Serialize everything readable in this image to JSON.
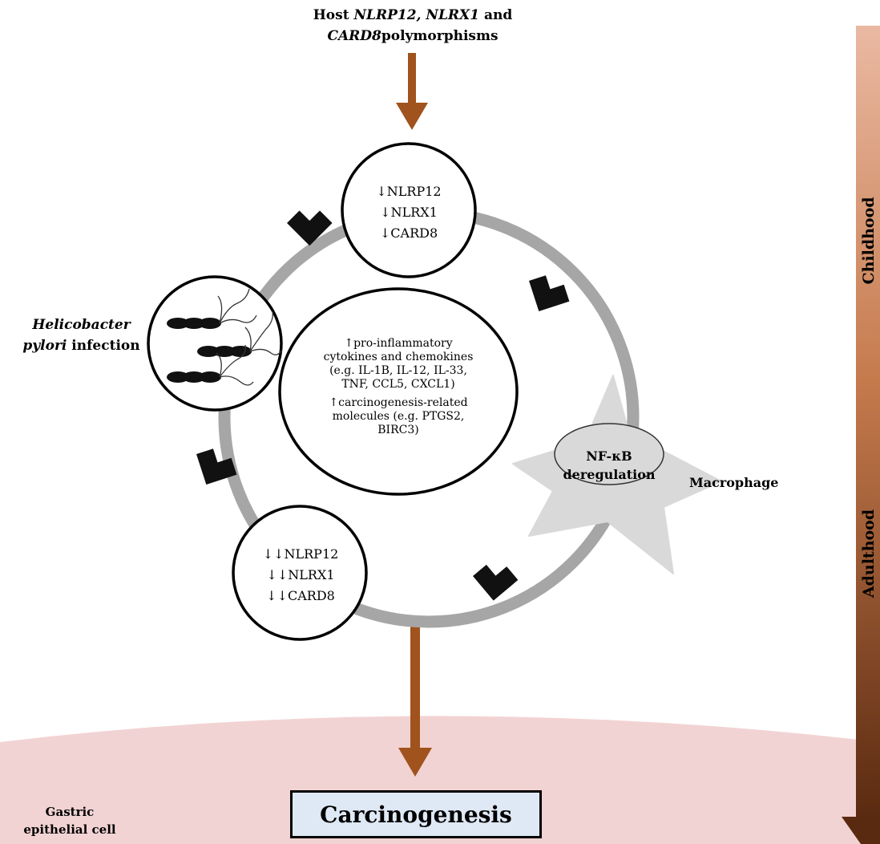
{
  "host": {
    "prefix": "Host",
    "gene_a": "NLRP12,",
    "gene_b": "NLRX1",
    "and_word": "and",
    "gene_c": "CARD8",
    "suffix": "polymorphisms"
  },
  "top_node": {
    "line1": "↓NLRP12",
    "line2": "↓NLRX1",
    "line3": "↓CARD8"
  },
  "bottom_node": {
    "line1": "↓↓NLRP12",
    "line2": "↓↓NLRX1",
    "line3": "↓↓CARD8"
  },
  "center": {
    "line1": "↑pro-inflammatory",
    "line2": "cytokines and chemokines",
    "line3": "(e.g. IL-1B, IL-12, IL-33,",
    "line4": "TNF, CCL5, CXCL1)",
    "line5": "↑carcinogenesis-related",
    "line6": "molecules (e.g. PTGS2,",
    "line7": "BIRC3)"
  },
  "infection": {
    "species": "Helicobacter",
    "species2": "pylori",
    "suffix": "infection"
  },
  "nfkb": {
    "line1": "NF-κB",
    "line2": "deregulation"
  },
  "macrophage_label": "Macrophage",
  "gastric_label": {
    "line1": "Gastric",
    "line2": "epithelial cell"
  },
  "carcinogenesis": "Carcinogenesis",
  "timeline": {
    "childhood": "Childhood",
    "adulthood": "Adulthood"
  },
  "colors": {
    "arrow_brown": "#a0531c",
    "cycle_gray": "#a6a6a6",
    "macrophage_fill": "#d9d9d9",
    "epithelium_pink": "#f2d3d3",
    "box_blue": "#dfe9f5",
    "timeline_light": "#e8b8a0",
    "timeline_dark": "#5a2a10"
  }
}
